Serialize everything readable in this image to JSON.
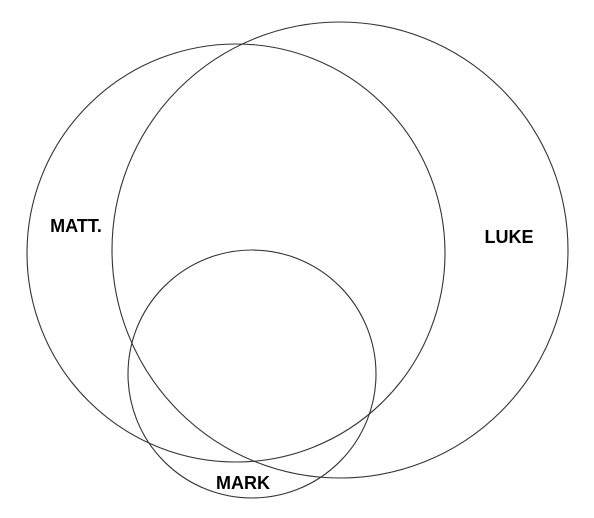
{
  "diagram": {
    "type": "venn",
    "line_color": "#333333",
    "label_color": "#000000",
    "sets": [
      {
        "id": "matt",
        "label": "MATT."
      },
      {
        "id": "luke",
        "label": "LUKE"
      },
      {
        "id": "mark",
        "label": "MARK"
      }
    ]
  }
}
